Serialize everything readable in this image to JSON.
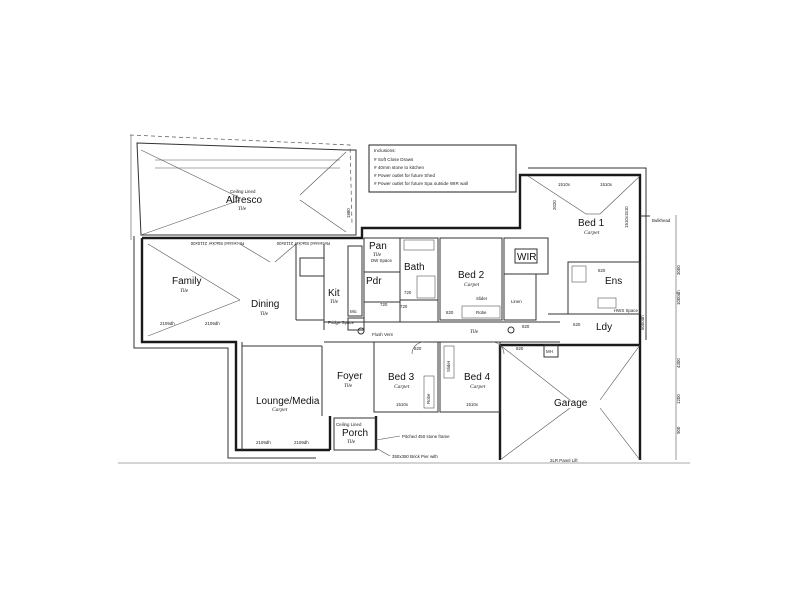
{
  "inclusions": {
    "title": "Inclusions:",
    "items": [
      "# Soft Close Draws",
      "# 40mm stone to kitchen",
      "# Power outlet for future Shed",
      "# Power outlet for future Spa outside WIR wall"
    ]
  },
  "rooms": {
    "alfresco": {
      "label": "Alfresco",
      "note": "Ceiling Lined",
      "finish": "Tile"
    },
    "family": {
      "label": "Family",
      "finish": "Tile"
    },
    "dining": {
      "label": "Dining",
      "finish": "Tile"
    },
    "kitchen": {
      "label": "Kit",
      "finish": "Tile"
    },
    "pantry": {
      "label": "Pan",
      "finish": "Tile",
      "note": "DW Space"
    },
    "powder": {
      "label": "Pdr"
    },
    "bath": {
      "label": "Bath"
    },
    "bed2": {
      "label": "Bed 2",
      "finish": "Carpet"
    },
    "wir": {
      "label": "WIR"
    },
    "bed1": {
      "label": "Bed 1",
      "finish": "Carpet"
    },
    "ensuite": {
      "label": "Ens"
    },
    "laundry": {
      "label": "Ldy"
    },
    "linen": {
      "label": "Linen"
    },
    "robe": {
      "label": "Robe"
    },
    "foyer": {
      "label": "Foyer",
      "finish": "Tile"
    },
    "lounge": {
      "label": "Lounge/Media",
      "finish": "Carpet"
    },
    "bed3": {
      "label": "Bed 3",
      "finish": "Carpet"
    },
    "bed4": {
      "label": "Bed 4",
      "finish": "Carpet"
    },
    "porch": {
      "label": "Porch",
      "note": "Ceiling Lined",
      "finish": "Tile"
    },
    "garage": {
      "label": "Garage"
    }
  },
  "labels": {
    "stacker1": "Recessed Stacker 2110x00",
    "stacker2": "Recessed Stacker 2110x00",
    "slider": "Slider",
    "robe": "Robe",
    "robe_v": "Robe",
    "slider_v": "Slider",
    "mh": "MH",
    "hws": "HWS Space",
    "wm": "WM Space",
    "bulkhead": "Bulkhead",
    "tile_hall": "Tile",
    "flush_vent": "Flush Vent",
    "pitched": "Pitched 450 stone frame",
    "pier": "350x350 Brick Pier with",
    "roll_up": "2LR Panel Lift",
    "fridge": "Mic",
    "fridge_space": "Fridge Space",
    "dw": "DW Space",
    "s820_1": "820",
    "s820_2": "820",
    "s820_3": "820",
    "s820_4": "820",
    "s820_5": "820",
    "s720_1": "720",
    "s720_2": "720",
    "s720_3": "720",
    "s620": "620",
    "bed1_bw": "1510x1510",
    "dim_2109a": "2109dh",
    "dim_2109b": "2109dh",
    "dim_2109c": "2109dh",
    "dim_2109d": "2109dh",
    "dim_1510a": "1510x",
    "dim_1510b": "1510x",
    "dim_1880": "1880",
    "dim_2020": "2020",
    "dim_3000": "3000",
    "dim_5000": "5000dh",
    "dim_4300": "4300",
    "dim_1200": "1200",
    "dim_900": "900",
    "dim_1000": "1000dh",
    "dim_1510c": "1510x",
    "dim_1510d": "1510x"
  }
}
